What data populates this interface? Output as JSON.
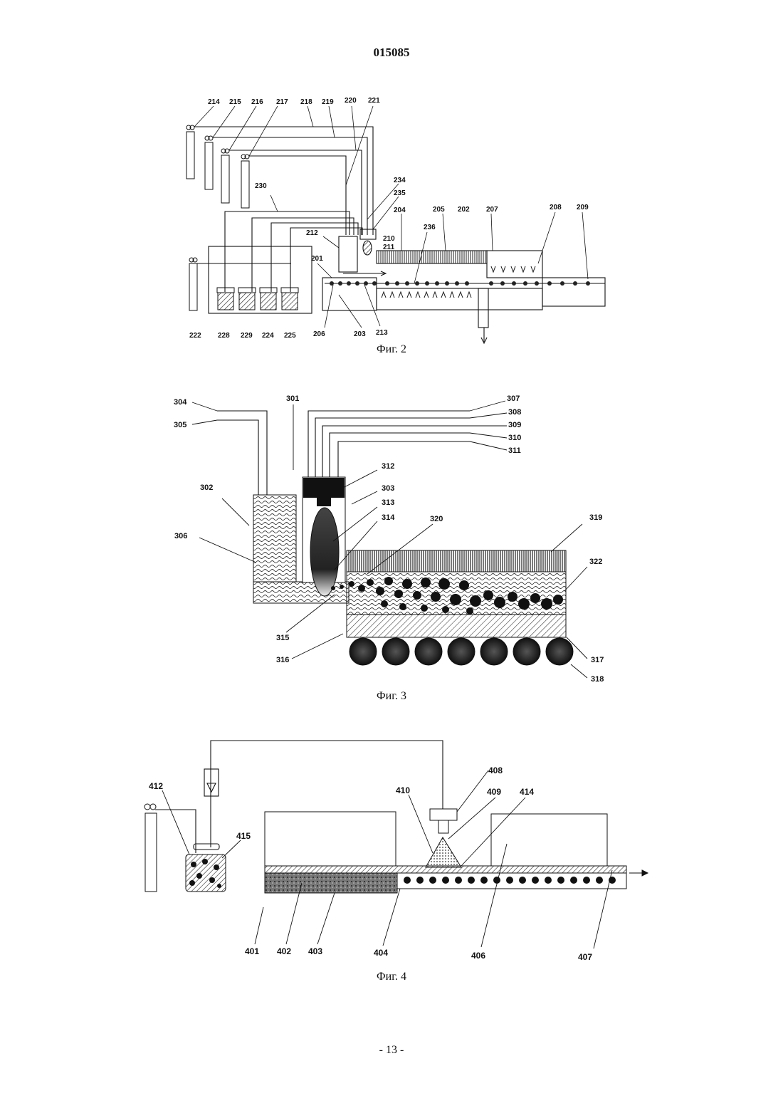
{
  "header": {
    "doc_number": "015085"
  },
  "footer": {
    "page_number": "- 13 -"
  },
  "figures": [
    {
      "caption": "Фиг. 2",
      "labels": [
        "214",
        "215",
        "216",
        "217",
        "218",
        "219",
        "220",
        "221",
        "234",
        "235",
        "230",
        "204",
        "205",
        "202",
        "207",
        "208",
        "209",
        "212",
        "210",
        "211",
        "236",
        "201",
        "222",
        "228",
        "229",
        "224",
        "225",
        "206",
        "203",
        "213"
      ]
    },
    {
      "caption": "Фиг. 3",
      "labels": [
        "304",
        "305",
        "301",
        "307",
        "308",
        "309",
        "310",
        "311",
        "312",
        "302",
        "303",
        "313",
        "314",
        "320",
        "319",
        "306",
        "322",
        "315",
        "316",
        "317",
        "318"
      ]
    },
    {
      "caption": "Фиг. 4",
      "labels": [
        "412",
        "408",
        "410",
        "409",
        "414",
        "415",
        "401",
        "402",
        "403",
        "404",
        "406",
        "407"
      ]
    }
  ]
}
